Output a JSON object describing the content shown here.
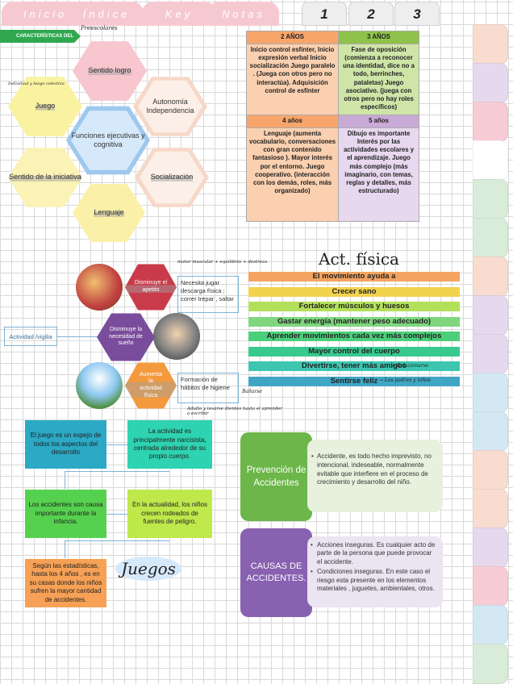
{
  "tabs": [
    {
      "label": "Inicio",
      "color": "#f6c9d1"
    },
    {
      "label": "Índice",
      "color": "#f6c9d1"
    },
    {
      "label": "Key",
      "color": "#f6c9d1"
    },
    {
      "label": "Notas",
      "color": "#f6c9d1"
    }
  ],
  "number_tabs": [
    "1",
    "2",
    "3"
  ],
  "side_tab_colors": [
    "#f8dcd0",
    "#e6d9ee",
    "#f7ccd6",
    "#ffffff",
    "#d8ecd9",
    "#d8ecd9",
    "#f8dcd0",
    "#e6d9ee",
    "#e6d9ee",
    "#d4e8f3",
    "#d4e8f3",
    "#f8dcd0",
    "#f8dcd0",
    "#e6d9ee",
    "#f7ccd6",
    "#d4e8f3",
    "#d8ecd9"
  ],
  "header_label": "CARACTERÍSTICAS DEL PE",
  "header_note": "Preescolares",
  "hexagons": {
    "center": "Funciones ejecutivas y cognitiva",
    "top": "Sentido logro",
    "top_right": "Autonomía Independencia",
    "right": "Socialización",
    "bottom": "Lenguaje",
    "left": "Sentido de la iniciativa",
    "top_left": "Juego",
    "juego_note": "Individual y luego colectivo"
  },
  "ages_table": {
    "headers": [
      "2 AÑOS",
      "3 AÑOS",
      "4 años",
      "5 años"
    ],
    "cells": [
      "Inicio control esfínter, Inicio expresión verbal Inicio socialización Juego paralelo . (Juega con otros pero no interactúa). Adquisición control de esfínter",
      "Fase de oposición (comienza a reconocer una identidad, dice no a todo, berrinches, pataletas) Juego asociativo. (juega con otros pero no hay roles específicos)",
      "Lenguaje (aumenta vocabulario, conversaciones con gran contenido fantasioso ). Mayor interés por el entorno. Juego cooperativo. (interacción con los demás, roles, más organizado)",
      "Dibujo es importante Interés por las actividades escolares y el aprendizaje. Juego más complejo (más imaginario, con temas, reglas y detalles, más estructurado)"
    ],
    "colors": {
      "orange": "#f7a56b",
      "green": "#8fc24a",
      "light_orange": "#fad0b0",
      "light_green": "#cfe5a8",
      "purple": "#c9a9d6",
      "light_purple": "#e7d8ef"
    }
  },
  "activity_section": {
    "side_label": "Actividad /vigilia",
    "hex_labels": [
      "Disminuye el apetito",
      "Disminuye la necesidad de sueño",
      "Aumenta la actividad física"
    ],
    "note_boxes": [
      "Necesita jugar descarga física ; correr trepar , saltar",
      "Formación de hábitos de higiene"
    ],
    "notes": [
      "motor muscular + equilibrio + destreza",
      "Bañarse",
      "Adulto y lavarse dientes hasta el aprender a escribir"
    ]
  },
  "fisica": {
    "title": "Act. física",
    "bars": [
      {
        "text": "El movimiento ayuda a",
        "color": "#f4a460"
      },
      {
        "text": "Crecer sano",
        "color": "#f2d34e"
      },
      {
        "text": "Fortalecer músculos y huesos",
        "color": "#b3e05a"
      },
      {
        "text": "Gastar energía (mantener peso adecuado)",
        "color": "#7fd67f"
      },
      {
        "text": "Aprender movimientos cada vez más complejos",
        "color": "#4ccf7a"
      },
      {
        "text": "Mayor control del cuerpo",
        "color": "#38c98e"
      },
      {
        "text": "Divertirse, tener más amigos",
        "color": "#3cc6b0"
      },
      {
        "text": "Sentirse feliz",
        "color": "#3fa7c4"
      }
    ],
    "bar_notes": [
      "→ Relacionarse",
      "→ Los padres y niños"
    ]
  },
  "flow": {
    "boxes": [
      "El juego es un espejo de todos los aspectos del desarrollo",
      "La actividad es principalmente narcisista, centrada alrededor de su propio cuerpo.",
      "Los accidentes son causa importante durante la infancia.",
      "En la actualidad, los niños crecen rodeados de fuentes de peligro.",
      "Según las estadísticas, hasta los 4 años , es en su casas donde los niños sufren la mayor cantidad de accidentes."
    ],
    "juegos_label": "Juegos"
  },
  "accidents": {
    "prevention_title": "Prevención de Accidentes",
    "prevention_text": "Accidente, es todo hecho imprevisto, no intencional, indeseable, normalmente evitable que interfiere en el proceso de crecimiento y desarrollo del niño.",
    "causes_title": "CAUSAS DE ACCIDENTES.",
    "causes_items": [
      "Acciones inseguras. Es cualquier acto de parte de la persona que puede provocar el accidente.",
      "Condiciones inseguras. En este caso el riesgo esta presente en los elementos materiales , juguetes, ambientales, otros."
    ]
  }
}
